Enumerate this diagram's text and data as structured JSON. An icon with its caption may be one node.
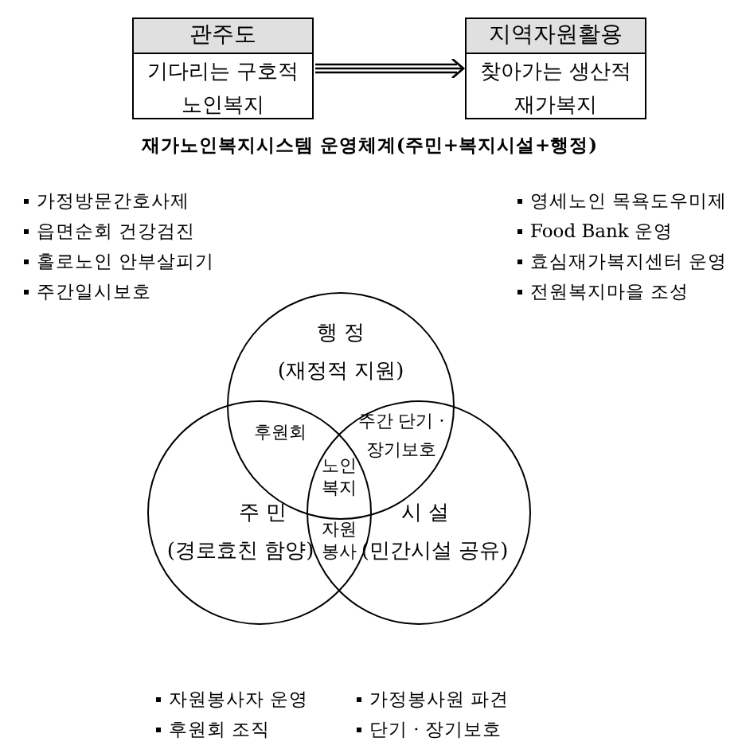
{
  "diagram": {
    "title": "재가노인복지시스템 운영체계(주민+복지시설+행정)",
    "nodes": [
      {
        "text": [
          "관주도",
          "기다리는 구호적 노인복지"
        ]
      },
      {
        "text": [
          "지역자원활용",
          "찾아가는 생산적 재가복지"
        ]
      },
      {
        "text": [
          "행 정",
          "(재정적 지원)"
        ]
      },
      {
        "text": [
          "주 민",
          "(경로효친 함양)"
        ]
      },
      {
        "text": [
          "시 설",
          "(민간시설 공유)"
        ]
      }
    ],
    "edges": [
      {
        "from": 0,
        "to": 1,
        "arrow": "to"
      }
    ],
    "labels": [
      "가정방문간호사제",
      "영세노인 목욕도우미제",
      "읍면순회 건강검진",
      "Food Bank 운영",
      "홀로노인 안부살피기",
      "효심재가복지센터 운영",
      "주간일시보호",
      "전원복지마을 조성",
      "후원회",
      "주간 단기 ·장기보호",
      "노인 복지",
      "자원 봉사",
      "자원봉사자 운영",
      "가정봉사원 파견",
      "후원회 조직",
      "단기 · 장기보호"
    ]
  }
}
